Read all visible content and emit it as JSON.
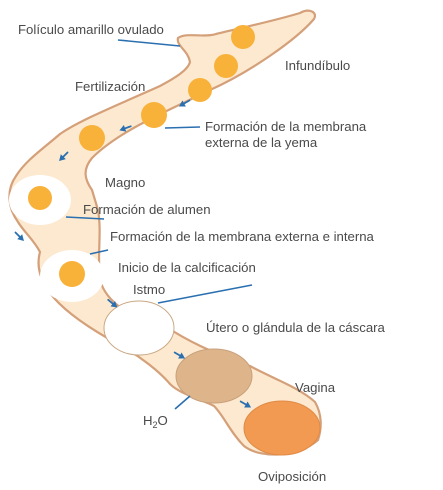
{
  "colors": {
    "oviduct_fill": "#fde9cf",
    "oviduct_outline": "#d4a07a",
    "yolk": "#f8b139",
    "arrow": "#2a6fb0",
    "leader_line": "#2a6fb0",
    "egg_white_shell": "#ffffff",
    "egg_calcifying": "#deb58b",
    "egg_final": "#f29a52",
    "text": "#4a4a4a"
  },
  "icons": {
    "direction_arrow": "arrow-icon"
  },
  "labels": {
    "foliculo": "Folículo amarillo ovulado",
    "infundibulo": "Infundíbulo",
    "fertilizacion": "Fertilización",
    "membrana_yema_1": "Formación de la membrana",
    "membrana_yema_2": "externa de la yema",
    "magno": "Magno",
    "alumen": "Formación de alumen",
    "membrana_ext_int": "Formación de la membrana externa e interna",
    "calcificacion": "Inicio de la calcificación",
    "istmo": "Istmo",
    "utero": "Útero o glándula de la cáscara",
    "vagina": "Vagina",
    "h2o_main": "H",
    "h2o_sub": "2",
    "h2o_end": "O",
    "oviposicion": "Oviposición"
  }
}
